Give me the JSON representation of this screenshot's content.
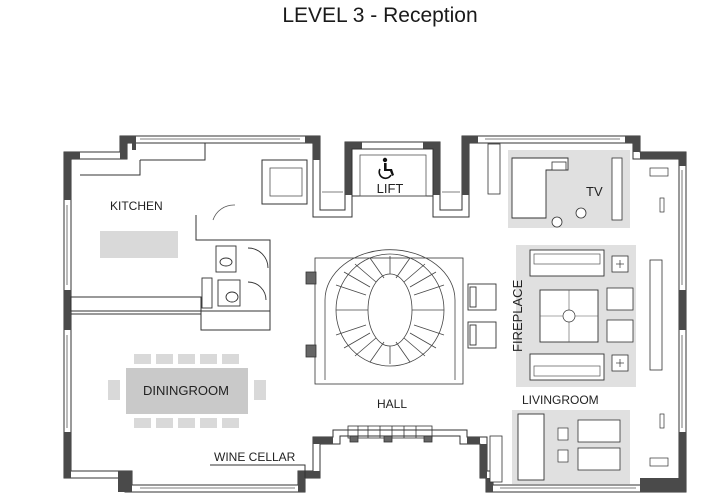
{
  "title": "LEVEL 3 - Reception",
  "rooms": {
    "kitchen": "KITCHEN",
    "lift": "LIFT",
    "tv": "TV",
    "fireplace": "FIREPLACE",
    "diningroom": "DININGROOM",
    "hall": "HALL",
    "livingroom": "LIVINGROOM",
    "wine_cellar": "WINE CELLAR"
  },
  "icons": {
    "lift": "wheelchair-accessible-icon"
  },
  "colors": {
    "wall": "#4a4a4a",
    "furniture_fill": "#d9d9d9",
    "line": "#333333"
  }
}
